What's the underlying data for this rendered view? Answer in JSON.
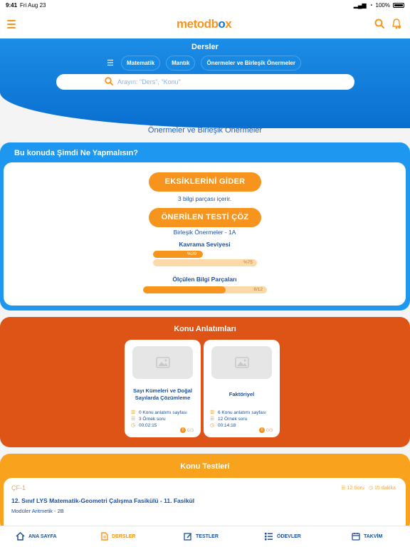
{
  "status": {
    "time": "9:41",
    "date": "Fri Aug 23",
    "battery": "100%"
  },
  "brand": {
    "logo_text": "metodbox",
    "accent": "#f7941d",
    "primary": "#0a6fd0"
  },
  "hero": {
    "title": "Dersler",
    "filters": [
      "Matematik",
      "Mantık",
      "Önermeler ve Birleşik Önermeler"
    ],
    "search_placeholder": "Arayın: \"Ders\", \"Konu\""
  },
  "topic_title": "Önermeler ve Birleşik Önermeler",
  "next_steps": {
    "title": "Bu konuda Şimdi Ne Yapmalısın?",
    "missing_button": "EKSİKLERİNİ GİDER",
    "missing_info": "3 bilgi parçası içerir.",
    "test_button": "ÖNERİLEN  TESTİ ÇÖZ",
    "test_name": "Birleşik Önermeler - 1A",
    "comprehension_label": "Kavrama Seviyesi",
    "comprehension_current": "%39",
    "comprehension_current_value": 39,
    "comprehension_target": "%75",
    "comprehension_target_value": 75,
    "measured_label": "Ölçülen Bilgi Parçaları",
    "measured_value": "8/12",
    "measured_fraction": 0.667
  },
  "lectures": {
    "title": "Konu Anlatımları",
    "cards": [
      {
        "title": "Sayı Kümeleri ve Doğal Sayılarda Çözümleme",
        "pages": "0 Konu anlatımı sayfası",
        "examples": "3 Örnek soru",
        "duration": "00:02:15",
        "progress": "0/3"
      },
      {
        "title": "Faktöriyel",
        "pages": "6 Konu anlatımı sayfası",
        "examples": "12 Örnek soru",
        "duration": "00:14:18",
        "progress": "0/3"
      }
    ]
  },
  "tests": {
    "title": "Konu Testleri",
    "items": [
      {
        "code": "ÇF-1",
        "questions": "12 Soru",
        "minutes": "15 dakika",
        "title": "12. Sınıf LYS Matematik-Geometri Çalışma Fasikülü - 11. Fasikül",
        "subtitle": "Modüler Aritmetik - 2B"
      }
    ]
  },
  "tabbar": {
    "home": "ANA SAYFA",
    "lessons": "DERSLER",
    "tests": "TESTLER",
    "homework": "ÖDEVLER",
    "calendar": "TAKVİM"
  }
}
